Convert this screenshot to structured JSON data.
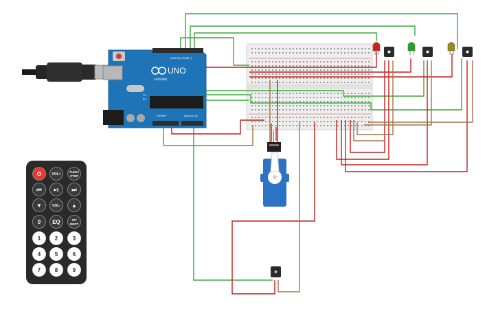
{
  "arduino": {
    "brand_text": "ARDUINO",
    "model_text": "UNO",
    "digital_label": "DIGITAL (PWM~)",
    "power_label": "POWER",
    "analog_label": "ANALOG IN",
    "tx_label": "TX",
    "rx_label": "RX",
    "l_label": "L"
  },
  "remote": {
    "buttons": [
      {
        "label": "⏻",
        "accent": true
      },
      {
        "label": "VOL+"
      },
      {
        "label": "FUNC/\nSTOP"
      },
      {
        "label": "⏮"
      },
      {
        "label": "▶||"
      },
      {
        "label": "⏭"
      },
      {
        "label": "▼"
      },
      {
        "label": "VOL-"
      },
      {
        "label": "▲"
      },
      {
        "label": "0"
      },
      {
        "label": "EQ"
      },
      {
        "label": "ST/\nREPT"
      },
      {
        "label": "1"
      },
      {
        "label": "2"
      },
      {
        "label": "3"
      },
      {
        "label": "4"
      },
      {
        "label": "5"
      },
      {
        "label": "6"
      },
      {
        "label": "7"
      },
      {
        "label": "8"
      },
      {
        "label": "9"
      }
    ]
  },
  "leds": [
    {
      "color_name": "red",
      "color": "#d11f1f"
    },
    {
      "color_name": "green",
      "color": "#22a322"
    },
    {
      "color_name": "yellow",
      "color": "#9a8a13"
    }
  ],
  "colors": {
    "board": "#1f73b7",
    "wire_green": "#39a83a",
    "wire_red": "#c41c1c",
    "wire_brown": "#9b7548",
    "remote_body": "#2a2a2a",
    "servo": "#2b73c4",
    "breadboard": "#eeeeee"
  }
}
